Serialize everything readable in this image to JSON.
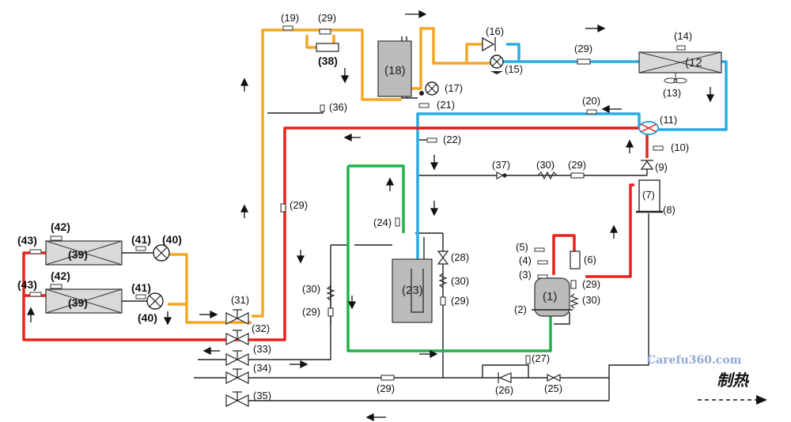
{
  "diagram": {
    "mode_label": "制热",
    "watermark": "Carefu360.com"
  },
  "components": {
    "c1": "(1)",
    "c2": "(2)",
    "c3": "(3)",
    "c4": "(4)",
    "c5": "(5)",
    "c6": "(6)",
    "c7": "(7)",
    "c8": "(8)",
    "c9": "(9)",
    "c10": "(10)",
    "c11": "(11)",
    "c12": "(12",
    "c13": "(13)",
    "c14": "(14)",
    "c15": "(15)",
    "c16": "(16)",
    "c17": "(17)",
    "c18": "(18)",
    "c19": "(19)",
    "c20": "(20)",
    "c21": "(21)",
    "c22": "(22)",
    "c23": "(23)",
    "c24": "(24)",
    "c25": "(25)",
    "c26": "(26)",
    "c27": "(27)",
    "c28": "(28)",
    "c29": "(29)",
    "c30": "(30)",
    "c31": "(31)",
    "c32": "(32)",
    "c33": "(33)",
    "c34": "(34)",
    "c35": "(35)",
    "c36": "(36)",
    "c37": "(37)",
    "c38": "(38)",
    "c39": "(39)",
    "c40": "(40)",
    "c41": "(41)",
    "c42": "(42)",
    "c43": "(43)"
  },
  "colors": {
    "liquid_line": "#f5a623",
    "low_pressure_line": "#29abe2",
    "discharge_line": "#e8221b",
    "green_line": "#22b14c",
    "black_line": "#222222"
  }
}
